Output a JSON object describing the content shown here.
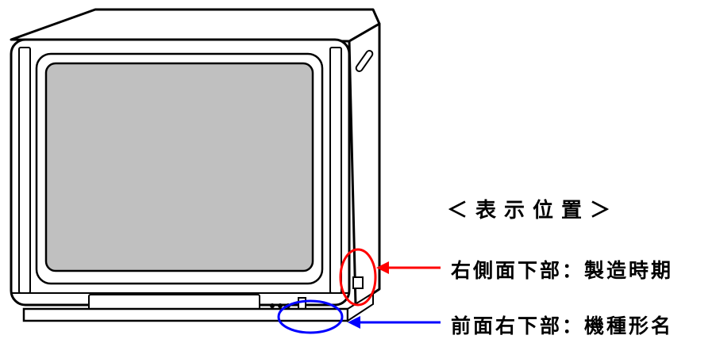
{
  "legend": {
    "title": "＜表示位置＞"
  },
  "callouts": [
    {
      "location": "右側面下部",
      "separator": "：",
      "content": "製造時期",
      "color": "#ff0000"
    },
    {
      "location": "前面右下部",
      "separator": "：",
      "content": "機種形名",
      "color": "#0000ff"
    }
  ],
  "colors": {
    "screen_fill": "#c0c0c0",
    "outline": "#000000",
    "background": "#ffffff"
  }
}
